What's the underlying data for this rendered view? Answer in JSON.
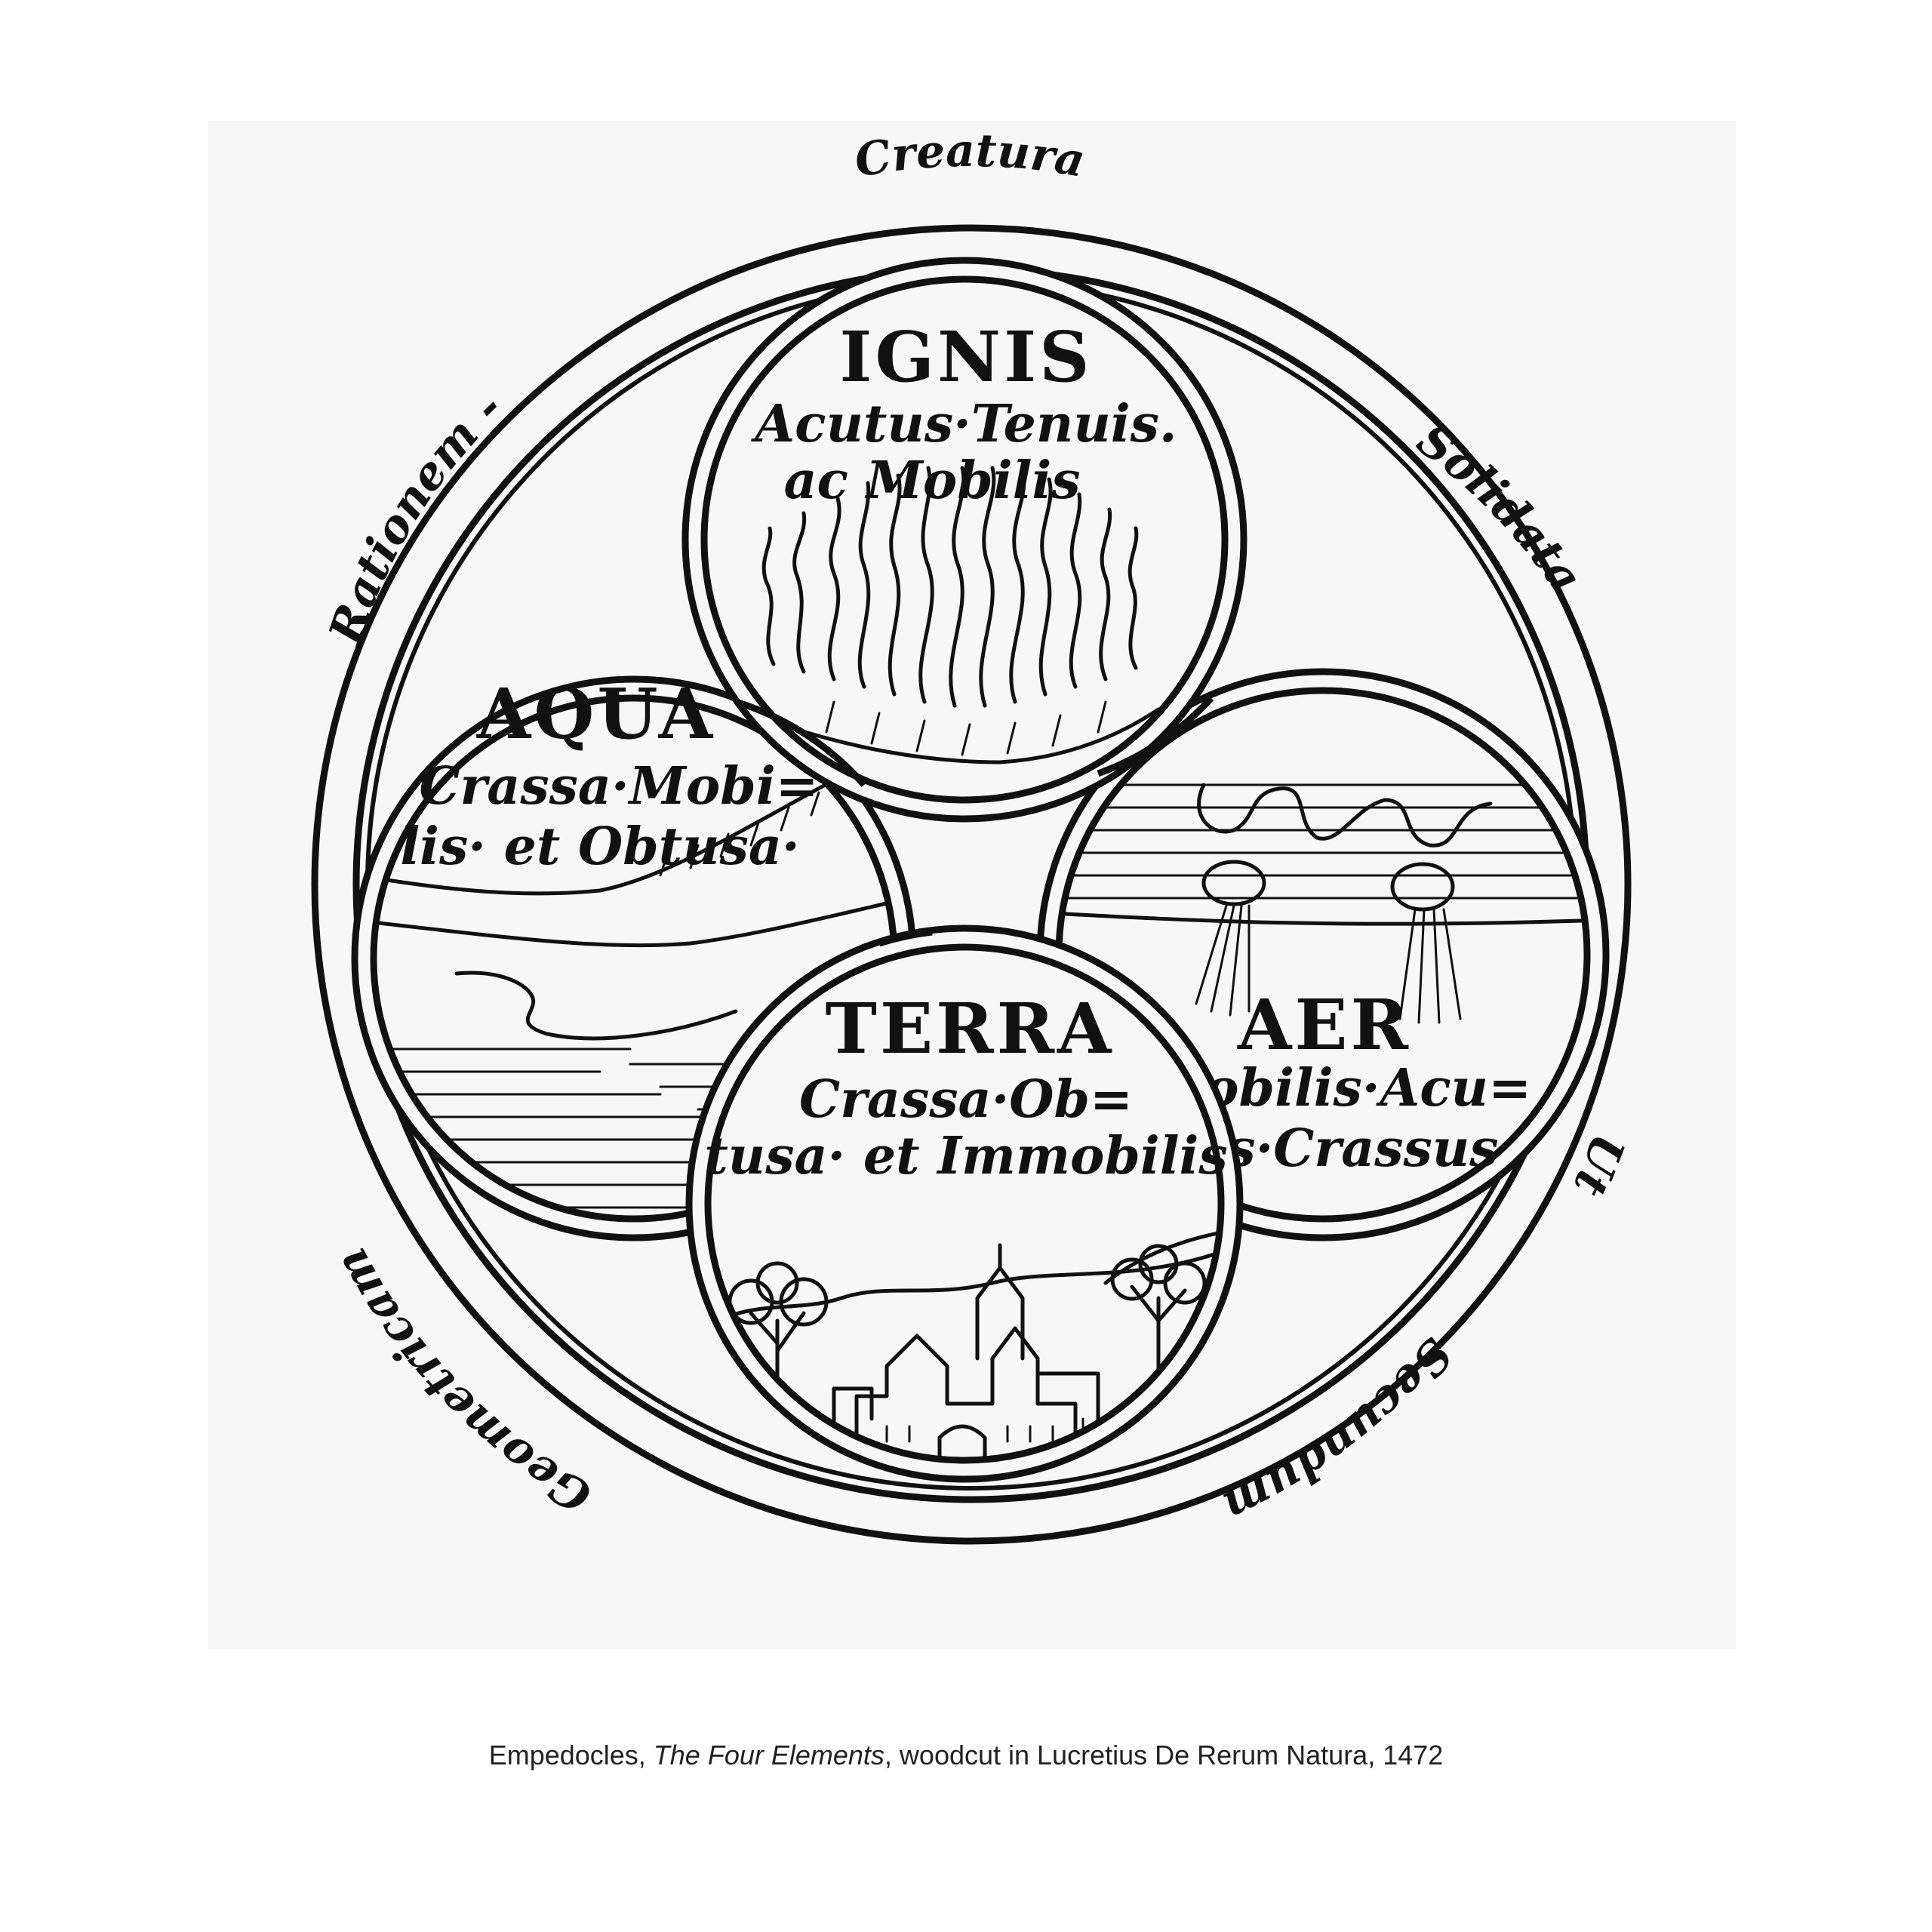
{
  "band": {
    "top": "Creatura",
    "upper_right": "Solidata",
    "right": "Ut",
    "bottom": "Secundum",
    "lower_left": "Geometricam",
    "upper_left": "Rationem -"
  },
  "elements": {
    "ignis": {
      "name": "IGNIS",
      "line1": "Acutus·Tenuis.",
      "line2": "ac Mobilis"
    },
    "aqua": {
      "name": "AQUA",
      "line1": "Crassa·Mobi=",
      "line2": "lis· et Obtusa·"
    },
    "aer": {
      "name": "AER",
      "line1": "Mobilis·Acu=",
      "line2": "tus·Crassus"
    },
    "terra": {
      "name": "TERRA",
      "line1": "Crassa·Ob=",
      "line2": "tusa· et Immobilis"
    }
  },
  "caption": {
    "author": "Empedocles, ",
    "title": "The Four Elements",
    "rest": ", woodcut in Lucretius De Rerum Natura, 1472"
  }
}
